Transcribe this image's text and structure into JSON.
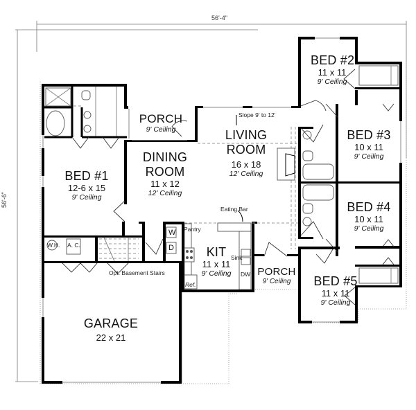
{
  "plan": {
    "overall_width": "56'-4\"",
    "overall_depth": "56'-6\"",
    "rooms": [
      {
        "id": "bed2",
        "name": "BED #2",
        "size": "11 x 11",
        "ceiling": "9' Ceiling"
      },
      {
        "id": "porch_front",
        "name": "PORCH",
        "size": "",
        "ceiling": "9' Ceiling"
      },
      {
        "id": "living",
        "name": "LIVING\nROOM",
        "name_line1": "LIVING",
        "name_line2": "ROOM",
        "size": "16 x 18",
        "ceiling": "12' Ceiling"
      },
      {
        "id": "bed3",
        "name": "BED #3",
        "size": "10 x 11",
        "ceiling": "9' Ceiling"
      },
      {
        "id": "bed1",
        "name": "BED #1",
        "size": "12-6 x 15",
        "ceiling": "9' Ceiling"
      },
      {
        "id": "dining",
        "name_line1": "DINING",
        "name_line2": "ROOM",
        "size": "11 x 12",
        "ceiling": "12' Ceiling"
      },
      {
        "id": "bed4",
        "name": "BED #4",
        "size": "10 x 11",
        "ceiling": "9' Ceiling"
      },
      {
        "id": "kit",
        "name": "KIT",
        "size": "11 x 11",
        "ceiling": "9' Ceiling"
      },
      {
        "id": "porch_rear",
        "name": "PORCH",
        "size": "",
        "ceiling": "9' Ceiling"
      },
      {
        "id": "bed5",
        "name": "BED #5",
        "size": "11 x 11",
        "ceiling": "9' Ceiling"
      },
      {
        "id": "garage",
        "name": "GARAGE",
        "size": "22 x 21",
        "ceiling": ""
      }
    ],
    "annotations": {
      "slope": "Slope 9' to 12'",
      "eating_bar": "Eating Bar",
      "pantry": "Pantry",
      "sink": "Sink",
      "dw": "DW",
      "ref": "Ref.",
      "washer": "W",
      "dryer": "D",
      "water_heater": "W.H.",
      "ac": "A. C.",
      "basement_stairs": "Opt. Basement Stairs"
    }
  }
}
